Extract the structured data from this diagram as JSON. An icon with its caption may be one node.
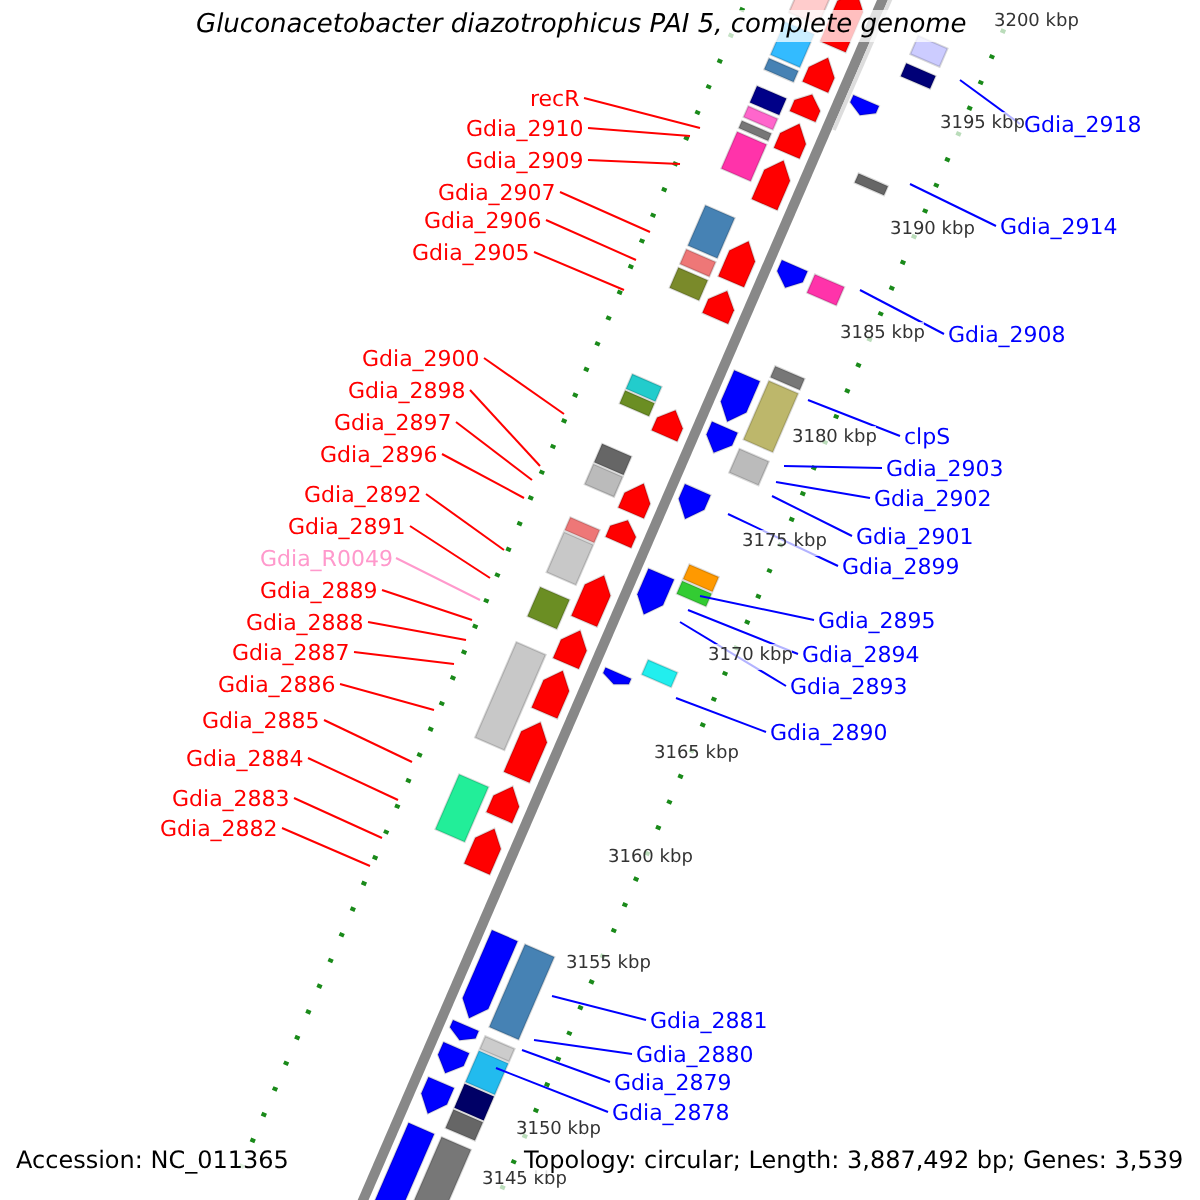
{
  "diagram": {
    "title": "Gluconacetobacter diazotrophicus PAI 5, complete genome",
    "nodes": [
      {
        "text": [
          "recR"
        ]
      },
      {
        "text": [
          "Gdia_2910"
        ]
      },
      {
        "text": [
          "Gdia_2909"
        ]
      },
      {
        "text": [
          "Gdia_2907"
        ]
      },
      {
        "text": [
          "Gdia_2906"
        ]
      },
      {
        "text": [
          "Gdia_2905"
        ]
      },
      {
        "text": [
          "Gdia_2900"
        ]
      },
      {
        "text": [
          "Gdia_2898"
        ]
      },
      {
        "text": [
          "Gdia_2897"
        ]
      },
      {
        "text": [
          "Gdia_2896"
        ]
      },
      {
        "text": [
          "Gdia_2892"
        ]
      },
      {
        "text": [
          "Gdia_2891"
        ]
      },
      {
        "text": [
          "Gdia_R0049"
        ]
      },
      {
        "text": [
          "Gdia_2889"
        ]
      },
      {
        "text": [
          "Gdia_2888"
        ]
      },
      {
        "text": [
          "Gdia_2887"
        ]
      },
      {
        "text": [
          "Gdia_2886"
        ]
      },
      {
        "text": [
          "Gdia_2885"
        ]
      },
      {
        "text": [
          "Gdia_2884"
        ]
      },
      {
        "text": [
          "Gdia_2883"
        ]
      },
      {
        "text": [
          "Gdia_2882"
        ]
      },
      {
        "text": [
          "Gdia_2918"
        ]
      },
      {
        "text": [
          "Gdia_2914"
        ]
      },
      {
        "text": [
          "Gdia_2908"
        ]
      },
      {
        "text": [
          "clpS"
        ]
      },
      {
        "text": [
          "Gdia_2903"
        ]
      },
      {
        "text": [
          "Gdia_2902"
        ]
      },
      {
        "text": [
          "Gdia_2901"
        ]
      },
      {
        "text": [
          "Gdia_2899"
        ]
      },
      {
        "text": [
          "Gdia_2895"
        ]
      },
      {
        "text": [
          "Gdia_2894"
        ]
      },
      {
        "text": [
          "Gdia_2893"
        ]
      },
      {
        "text": [
          "Gdia_2890"
        ]
      },
      {
        "text": [
          "Gdia_2881"
        ]
      },
      {
        "text": [
          "Gdia_2880"
        ]
      },
      {
        "text": [
          "Gdia_2879"
        ]
      },
      {
        "text": [
          "Gdia_2878"
        ]
      }
    ],
    "edges": [
      {
        "from": 0,
        "to": null,
        "arrow": "none"
      },
      {
        "from": 1,
        "to": null,
        "arrow": "none"
      },
      {
        "from": 2,
        "to": null,
        "arrow": "none"
      },
      {
        "from": 3,
        "to": null,
        "arrow": "none"
      },
      {
        "from": 4,
        "to": null,
        "arrow": "none"
      },
      {
        "from": 5,
        "to": null,
        "arrow": "none"
      },
      {
        "from": 6,
        "to": null,
        "arrow": "none"
      },
      {
        "from": 7,
        "to": null,
        "arrow": "none"
      },
      {
        "from": 8,
        "to": null,
        "arrow": "none"
      },
      {
        "from": 9,
        "to": null,
        "arrow": "none"
      },
      {
        "from": 10,
        "to": null,
        "arrow": "none"
      },
      {
        "from": 11,
        "to": null,
        "arrow": "none"
      },
      {
        "from": 12,
        "to": null,
        "arrow": "none",
        "color": "#ff99cc"
      },
      {
        "from": 13,
        "to": null,
        "arrow": "none"
      },
      {
        "from": 14,
        "to": null,
        "arrow": "none"
      },
      {
        "from": 15,
        "to": null,
        "arrow": "none"
      },
      {
        "from": 16,
        "to": null,
        "arrow": "none"
      },
      {
        "from": 17,
        "to": null,
        "arrow": "none"
      },
      {
        "from": 18,
        "to": null,
        "arrow": "none"
      },
      {
        "from": 19,
        "to": null,
        "arrow": "none"
      },
      {
        "from": 20,
        "to": null,
        "arrow": "none"
      },
      {
        "from": 21,
        "to": null,
        "arrow": "none",
        "color": "#0000ff"
      },
      {
        "from": 22,
        "to": null,
        "arrow": "none",
        "color": "#0000ff"
      },
      {
        "from": 23,
        "to": null,
        "arrow": "none",
        "color": "#0000ff"
      },
      {
        "from": 24,
        "to": null,
        "arrow": "none",
        "color": "#0000ff"
      },
      {
        "from": 25,
        "to": null,
        "arrow": "none",
        "color": "#0000ff"
      },
      {
        "from": 26,
        "to": null,
        "arrow": "none",
        "color": "#0000ff"
      },
      {
        "from": 27,
        "to": null,
        "arrow": "none",
        "color": "#0000ff"
      },
      {
        "from": 28,
        "to": null,
        "arrow": "none",
        "color": "#0000ff"
      },
      {
        "from": 29,
        "to": null,
        "arrow": "none",
        "color": "#0000ff"
      },
      {
        "from": 30,
        "to": null,
        "arrow": "none",
        "color": "#0000ff"
      },
      {
        "from": 31,
        "to": null,
        "arrow": "none",
        "color": "#0000ff"
      },
      {
        "from": 32,
        "to": null,
        "arrow": "none",
        "color": "#0000ff"
      },
      {
        "from": 33,
        "to": null,
        "arrow": "none",
        "color": "#0000ff"
      },
      {
        "from": 34,
        "to": null,
        "arrow": "none",
        "color": "#0000ff"
      },
      {
        "from": 35,
        "to": null,
        "arrow": "none",
        "color": "#0000ff"
      },
      {
        "from": 36,
        "to": null,
        "arrow": "none",
        "color": "#0000ff"
      }
    ],
    "labels": [
      "3200 kbp",
      "3195 kbp",
      "3190 kbp",
      "3185 kbp",
      "3180 kbp",
      "3175 kbp",
      "3170 kbp",
      "3165 kbp",
      "3160 kbp",
      "3155 kbp",
      "3150 kbp",
      "3145 kbp",
      "Accession: NC_011365",
      "Topology: circular; Length: 3,887,492 bp; Genes: 3,539"
    ]
  }
}
